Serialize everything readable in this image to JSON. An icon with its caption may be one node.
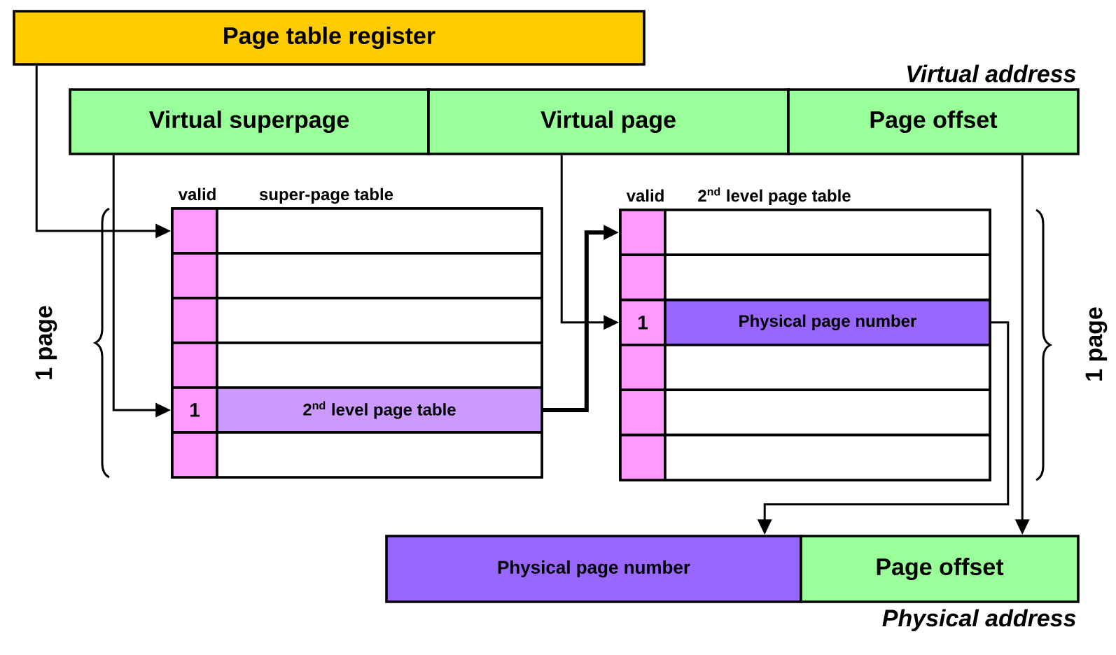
{
  "diagram": {
    "nodes": [
      {
        "text": [
          "Page table register"
        ]
      },
      {
        "text": [
          "Virtual superpage"
        ]
      },
      {
        "text": [
          "Virtual page"
        ]
      },
      {
        "text": [
          "Page offset"
        ]
      },
      {
        "text": [
          "valid",
          "super-page table"
        ]
      },
      {
        "text": [],
        "shape": "box",
        "in": 4
      },
      {
        "text": [],
        "shape": "box",
        "in": 4
      },
      {
        "text": [],
        "shape": "box",
        "in": 4
      },
      {
        "text": [],
        "shape": "box",
        "in": 4
      },
      {
        "text": [],
        "shape": "box",
        "in": 4
      },
      {
        "text": [],
        "shape": "box",
        "in": 4
      },
      {
        "text": [],
        "shape": "box",
        "in": 4
      },
      {
        "text": [],
        "shape": "box",
        "in": 4
      },
      {
        "text": [
          "1"
        ],
        "in": 4
      },
      {
        "text": [
          "2$^{nd}$ level page table"
        ],
        "in": 4
      },
      {
        "text": [],
        "shape": "box",
        "in": 4
      },
      {
        "text": [],
        "shape": "box",
        "in": 4
      },
      {
        "text": [
          "valid",
          "2$^{nd}$ level page table"
        ]
      },
      {
        "text": [],
        "shape": "box",
        "in": 17
      },
      {
        "text": [],
        "shape": "box",
        "in": 17
      },
      {
        "text": [],
        "shape": "box",
        "in": 17
      },
      {
        "text": [],
        "shape": "box",
        "in": 17
      },
      {
        "text": [
          "1"
        ],
        "in": 17
      },
      {
        "text": [
          "Physical page number"
        ],
        "in": 17
      },
      {
        "text": [],
        "shape": "box",
        "in": 17
      },
      {
        "text": [],
        "shape": "box",
        "in": 17
      },
      {
        "text": [],
        "shape": "box",
        "in": 17
      },
      {
        "text": [],
        "shape": "box",
        "in": 17
      },
      {
        "text": [],
        "shape": "box",
        "in": 17
      },
      {
        "text": [],
        "shape": "box",
        "in": 17
      },
      {
        "text": [
          "Physical page number"
        ]
      },
      {
        "text": [
          "Page offset"
        ]
      }
    ],
    "edges": [
      {
        "from": 0,
        "to": 5,
        "arrow": "to"
      },
      {
        "from": 1,
        "to": 13,
        "arrow": "to"
      },
      {
        "from": 14,
        "to": 18,
        "arrow": "to",
        "style": "thick"
      },
      {
        "from": 2,
        "to": 22,
        "arrow": "to"
      },
      {
        "from": 23,
        "to": 30,
        "arrow": "to"
      },
      {
        "from": 3,
        "to": 31,
        "arrow": "to"
      }
    ],
    "labels": [
      "Virtual address",
      "1 page",
      "1 page",
      "Physical address"
    ]
  }
}
